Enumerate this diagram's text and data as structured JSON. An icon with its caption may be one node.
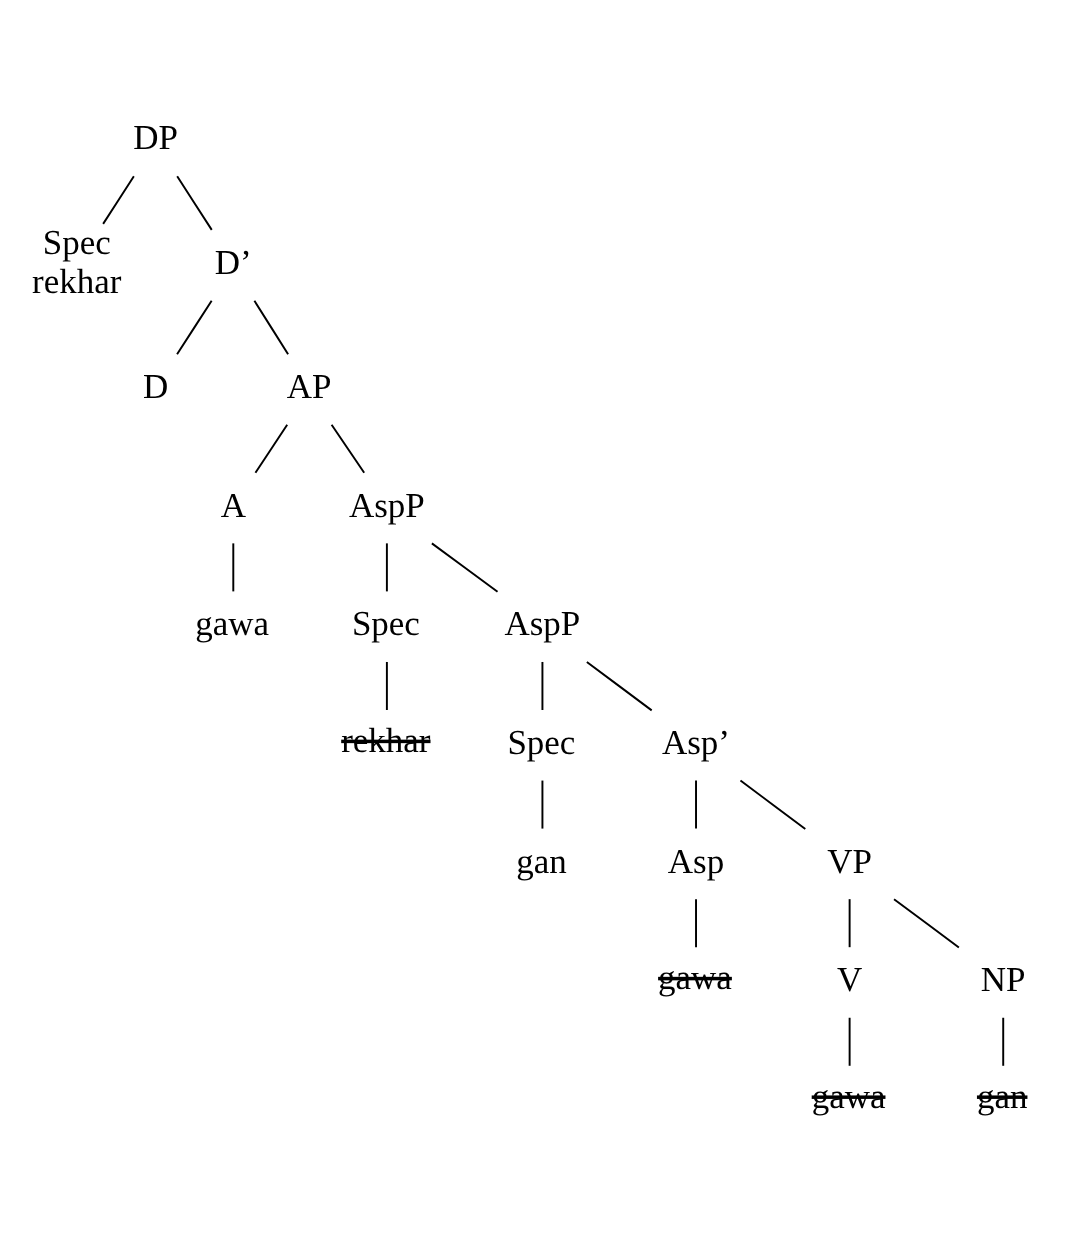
{
  "diagram": {
    "nodes": [
      {
        "text": [
          "DP"
        ]
      },
      {
        "text": [
          "Spec",
          "rekhar"
        ]
      },
      {
        "text": [
          "D’"
        ]
      },
      {
        "text": [
          "D"
        ]
      },
      {
        "text": [
          "AP"
        ]
      },
      {
        "text": [
          "A"
        ]
      },
      {
        "text": [
          "AspP"
        ]
      },
      {
        "text": [
          "gawa"
        ]
      },
      {
        "text": [
          "Spec"
        ]
      },
      {
        "text": [
          "AspP"
        ]
      },
      {
        "text": [
          "rekhar"
        ]
      },
      {
        "text": [
          "Spec"
        ]
      },
      {
        "text": [
          "Asp’"
        ]
      },
      {
        "text": [
          "gan"
        ]
      },
      {
        "text": [
          "Asp"
        ]
      },
      {
        "text": [
          "VP"
        ]
      },
      {
        "text": [
          "gawa"
        ]
      },
      {
        "text": [
          "V"
        ]
      },
      {
        "text": [
          "NP"
        ]
      },
      {
        "text": [
          "gawa"
        ]
      },
      {
        "text": [
          "gan"
        ]
      }
    ],
    "edges": [
      {
        "from": 0,
        "to": 1,
        "arrow": "none"
      },
      {
        "from": 0,
        "to": 2,
        "arrow": "none"
      },
      {
        "from": 2,
        "to": 3,
        "arrow": "none"
      },
      {
        "from": 2,
        "to": 4,
        "arrow": "none"
      },
      {
        "from": 4,
        "to": 5,
        "arrow": "none"
      },
      {
        "from": 4,
        "to": 6,
        "arrow": "none"
      },
      {
        "from": 5,
        "to": 7,
        "arrow": "none"
      },
      {
        "from": 6,
        "to": 8,
        "arrow": "none"
      },
      {
        "from": 6,
        "to": 9,
        "arrow": "none"
      },
      {
        "from": 8,
        "to": 10,
        "arrow": "none"
      },
      {
        "from": 9,
        "to": 11,
        "arrow": "none"
      },
      {
        "from": 9,
        "to": 12,
        "arrow": "none"
      },
      {
        "from": 11,
        "to": 13,
        "arrow": "none"
      },
      {
        "from": 12,
        "to": 14,
        "arrow": "none"
      },
      {
        "from": 12,
        "to": 15,
        "arrow": "none"
      },
      {
        "from": 14,
        "to": 16,
        "arrow": "none"
      },
      {
        "from": 15,
        "to": 17,
        "arrow": "none"
      },
      {
        "from": 15,
        "to": 18,
        "arrow": "none"
      },
      {
        "from": 17,
        "to": 19,
        "arrow": "none"
      },
      {
        "from": 18,
        "to": 20,
        "arrow": "none"
      }
    ]
  }
}
